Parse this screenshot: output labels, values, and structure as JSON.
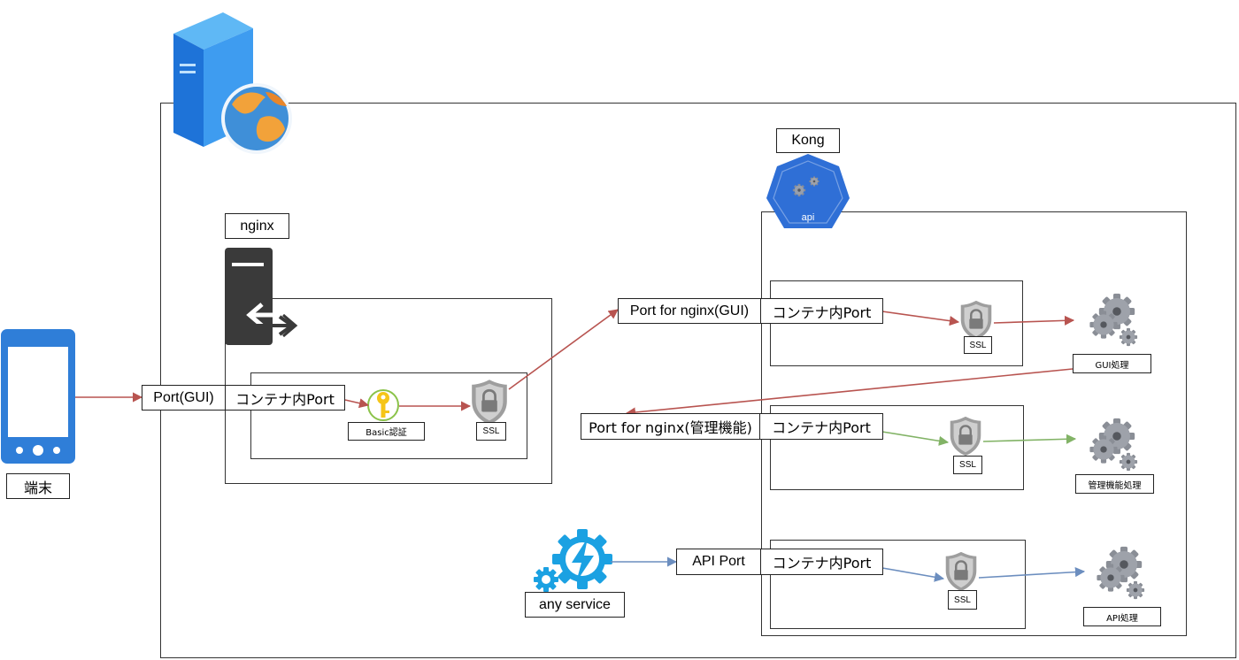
{
  "labels": {
    "terminal": "端末",
    "nginx": "nginx",
    "kong": "Kong",
    "kong_badge": "api",
    "port_gui": "Port(GUI)",
    "container_port_1": "コンテナ内Port",
    "basic_auth": "Basic認証",
    "ssl_nginx": "SSL",
    "port_for_nginx_gui": "Port for nginx(GUI)",
    "container_port_2": "コンテナ内Port",
    "ssl_kong_gui": "SSL",
    "gui_process": "GUI処理",
    "port_for_nginx_admin": "Port for nginx(管理機能)",
    "container_port_3": "コンテナ内Port",
    "ssl_kong_admin": "SSL",
    "admin_process": "管理機能処理",
    "any_service": "any service",
    "api_port": "API Port",
    "container_port_4": "コンテナ内Port",
    "ssl_kong_api": "SSL",
    "api_process": "API処理"
  },
  "icons": {
    "terminal": "mobile-phone-icon",
    "host": "web-server-globe-icon",
    "nginx": "server-proxy-icon",
    "kong": "kong-api-gateway-icon",
    "key": "key-icon",
    "shield": "ssl-shield-lock-icon",
    "gears": "gears-icon",
    "service": "lightning-gear-service-icon"
  },
  "colors": {
    "gui_flow": "#b85450",
    "admin_flow": "#82b366",
    "api_flow": "#6c8ebf",
    "phone": "#2f7ed8",
    "kong": "#2f6fd6",
    "service": "#1ba1e2",
    "server_dark": "#3a3a3a"
  }
}
